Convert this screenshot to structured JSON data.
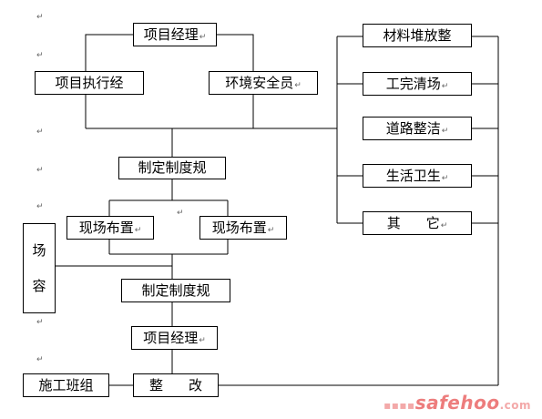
{
  "nodes": {
    "pm_top": "项目经理",
    "exec_mgr": "项目执行经",
    "env_officer": "环境安全员",
    "system_1": "制定制度规",
    "layout_left": "现场布置",
    "layout_right": "现场布置",
    "site_a": "场",
    "site_b": "容",
    "system_2": "制定制度规",
    "pm_bottom": "项目经理",
    "rectify_a": "整",
    "rectify_b": "改",
    "team": "施工班组",
    "materials": "材料堆放整",
    "cleanup": "工完清场",
    "roads": "道路整洁",
    "hygiene": "生活卫生",
    "other_a": "其",
    "other_b": "它"
  },
  "marks": {
    "return": "↵"
  },
  "watermark": {
    "text": "safehoo",
    "suffix": ".com"
  }
}
